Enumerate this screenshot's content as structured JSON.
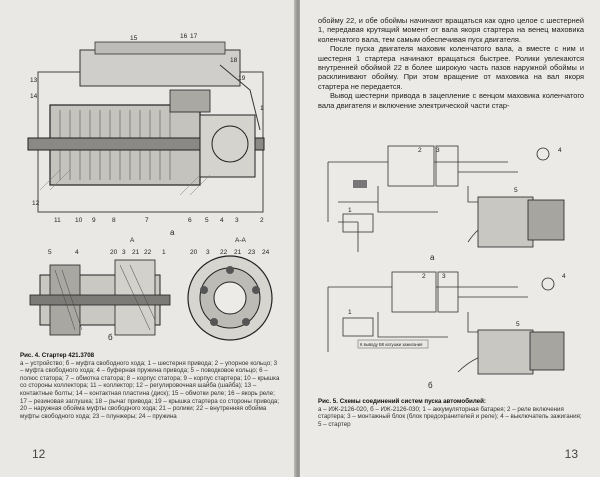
{
  "left_page": {
    "figure4": {
      "top_labels": [
        "13",
        "15",
        "16",
        "17",
        "18",
        "14",
        "19",
        "1"
      ],
      "bottom_labels": [
        "12",
        "11",
        "10",
        "9",
        "8",
        "7",
        "6",
        "5",
        "4",
        "3",
        "2"
      ],
      "side_labels": [
        "14",
        "19"
      ],
      "sub_a": "а",
      "sub_b": "б",
      "section_mark": "А",
      "section_title": "А-А",
      "detail_labels_left": [
        "5",
        "4",
        "20",
        "3",
        "21",
        "22",
        "1"
      ],
      "detail_labels_right": [
        "20",
        "3",
        "22",
        "21",
        "23",
        "24"
      ]
    },
    "caption_title": "Рис. 4. Стартер 421.3708",
    "caption_body": "а – устройство; б – муфта свободного хода; 1 – шестерня привода; 2 – упорное кольцо; 3 – муфта свободного хода; 4 – буферная пружина привода; 5 – поводковое кольцо; 6 – полюс статора; 7 – обмотка статора; 8 – корпус статора; 9 – корпус стартера; 10 – крышка со стороны коллектора; 11 – коллектор; 12 – регулировочная шайба (шайба); 13 – контактные болты; 14 – контактная пластина (диск); 15 – обмотки реле; 16 – якорь реле; 17 – резиновая заглушка; 18 – рычаг привода; 19 – крышка стартера со стороны привода; 20 – наружная обойма муфты свободного хода; 21 – ролики; 22 – внутренняя обойма муфты свободного хода; 23 – плунжеры; 24 – пружина",
    "page_number": "12"
  },
  "right_page": {
    "paragraph1": "обойму 22, и обе обоймы начинают вращаться как одно целое с шестерней 1, передавая крутящий момент от вала якоря стартера на венец маховика коленчатого вала, тем самым обеспечивая пуск двигателя.",
    "paragraph2": "После пуска двигателя маховик коленчатого вала, а вместе с ним и шестерня 1 стартера начинают вращаться быстрее. Ролики увлекаются внутренней обоймой 22 в более широкую часть пазов наружной обоймы и расклинивают обойму. При этом вращение от маховика на вал якоря стартера не передается.",
    "paragraph3": "Вывод шестерни привода в зацепление с венцом маховика коленчатого вала двигателя и включение электрической части стар-",
    "figure5": {
      "labels_a": [
        "2",
        "3",
        "4",
        "5",
        "1"
      ],
      "labels_b": [
        "2",
        "3",
        "4",
        "5",
        "1"
      ],
      "sub_a": "а",
      "sub_b": "б",
      "strip_text": "К выводу ВК катушки зажигания"
    },
    "caption_title": "Рис. 5. Схемы соединений систем пуска автомобилей:",
    "caption_body": "а – ИЖ-2126-020, б – ИЖ-2126-030; 1 – аккумуляторная батарея; 2 – реле включения стартера; 3 – монтажный блок (блок предохранителей и реле); 4 – выключатель зажигания; 5 – стартер",
    "page_number": "13"
  }
}
